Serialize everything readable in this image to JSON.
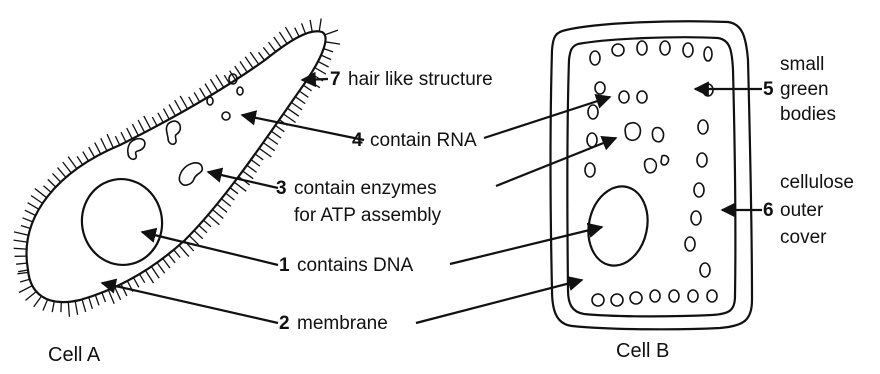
{
  "captions": {
    "cell_a": "Cell A",
    "cell_b": "Cell B"
  },
  "labels": {
    "l7": {
      "num": "7",
      "text": "hair like structure"
    },
    "l4": {
      "num": "4",
      "text": "contain RNA"
    },
    "l3": {
      "num": "3",
      "line1": "contain enzymes",
      "line2": "for ATP assembly"
    },
    "l1": {
      "num": "1",
      "text": "contains DNA"
    },
    "l2": {
      "num": "2",
      "text": "membrane"
    },
    "l5": {
      "num": "5",
      "line1": "small",
      "line2": "green",
      "line3": "bodies"
    },
    "l6": {
      "num": "6",
      "line1": "cellulose",
      "line2": "outer",
      "line3": "cover"
    }
  }
}
